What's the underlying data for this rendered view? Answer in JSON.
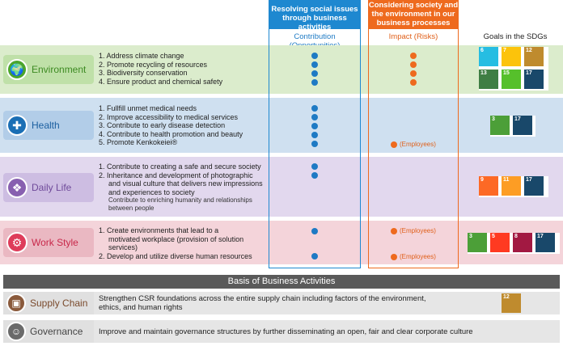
{
  "headers": {
    "contribution_title": "Resolving social issues through business activities",
    "impact_title": "Considering society and the environment in our business processes",
    "contribution_sub": "Contribution (Opportunities)",
    "impact_sub": "Impact (Risks)",
    "sdgs_sub": "Goals in the SDGs"
  },
  "categories": {
    "environment": {
      "label": "Environment",
      "items": [
        "1. Address climate change",
        "2. Promote recycling of resources",
        "3. Biodiversity conservation",
        "4. Ensure product and chemical safety"
      ],
      "sdgs": [
        "6",
        "7",
        "12",
        "13",
        "15",
        "17"
      ]
    },
    "health": {
      "label": "Health",
      "items": [
        "1. Fullfill unmet medical needs",
        "2. Improve accessibility to medical services",
        "3. Contribute to early disease detection",
        "4. Contribute to health promotion and beauty",
        "5. Promote Kenkokeiei®"
      ],
      "impact_note": "(Employees)",
      "sdgs": [
        "3",
        "17"
      ]
    },
    "daily_life": {
      "label": "Daily Life",
      "items": [
        "1. Contribute to creating a safe and secure society",
        "2. Inheritance and development of photographic",
        "and visual culture that delivers new impressions",
        "and experiences to society"
      ],
      "note": "Contribute to enriching humanity and relationships between people",
      "sdgs": [
        "9",
        "11",
        "17"
      ]
    },
    "work_style": {
      "label": "Work Style",
      "items": [
        "1. Create environments that lead to a",
        "motivated workplace (provision of solution",
        "services)",
        "2. Develop and utilize diverse human resources"
      ],
      "impact_note_1": "(Employees)",
      "impact_note_2": "(Employees)",
      "sdgs": [
        "3",
        "5",
        "8",
        "17"
      ]
    }
  },
  "basis": {
    "title": "Basis of Business Activities",
    "supply_chain": {
      "label": "Supply Chain",
      "text_1": "Strengthen CSR foundations across the entire supply chain including factors of the environment,",
      "text_2": "ethics, and human rights",
      "sdgs": [
        "12"
      ]
    },
    "governance": {
      "label": "Governance",
      "text": "Improve and maintain governance structures by further disseminating an open, fair and clear corporate culture"
    }
  },
  "colors": {
    "environment": "#4ba52c",
    "health": "#1b6fb5",
    "daily_life": "#8860b0",
    "work_style": "#de3c5a",
    "contribution": "#1e88d0",
    "impact": "#ee6a1e",
    "basis": "#5a5a5a"
  },
  "icons": {
    "environment": "globe-leaf-icon",
    "health": "first-aid-kit-icon",
    "daily_life": "family-icon",
    "work_style": "worker-icon",
    "supply_chain": "factory-icon",
    "governance": "people-icon"
  }
}
